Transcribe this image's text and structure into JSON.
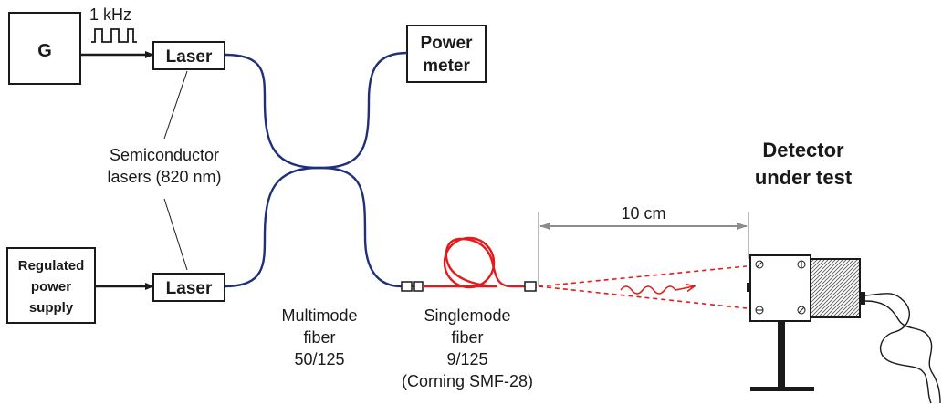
{
  "labels": {
    "generator": "G",
    "frequency": "1 kHz",
    "laser_top": "Laser",
    "laser_bottom": "Laser",
    "power_meter_line1": "Power",
    "power_meter_line2": "meter",
    "semiconductor_line1": "Semiconductor",
    "semiconductor_line2": "lasers (820 nm)",
    "supply_line1": "Regulated",
    "supply_line2": "power",
    "supply_line3": "supply",
    "multimode_line1": "Multimode",
    "multimode_line2": "fiber",
    "multimode_line3": "50/125",
    "singlemode_line1": "Singlemode",
    "singlemode_line2": "fiber",
    "singlemode_line3": "9/125",
    "singlemode_line4": "(Corning SMF-28)",
    "distance": "10 cm",
    "detector_line1": "Detector",
    "detector_line2": "under test"
  },
  "colors": {
    "multimode_fiber": "#1f2f7a",
    "singlemode_fiber": "#e51b1b",
    "dimension": "#8c8c8c"
  }
}
